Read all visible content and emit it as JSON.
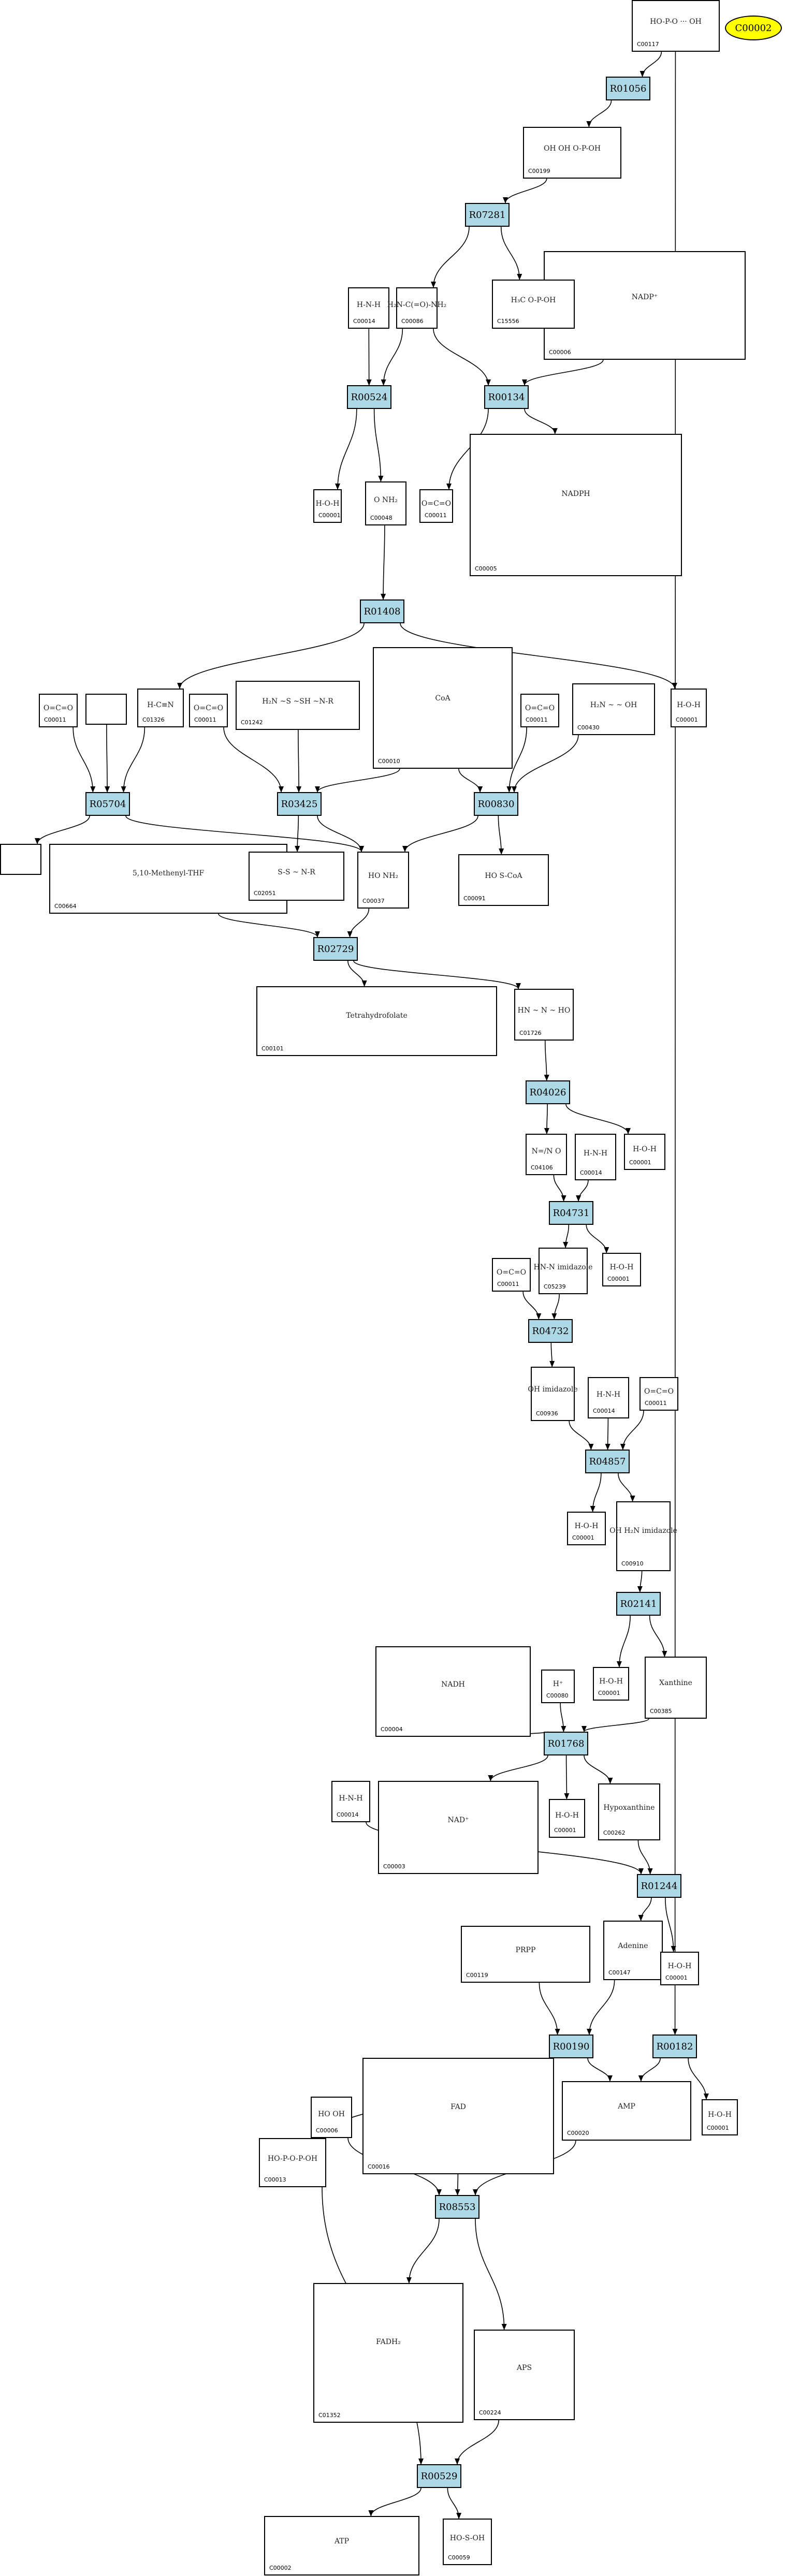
{
  "target": {
    "id": "C00002"
  },
  "reactions": {
    "R01056": "R01056",
    "R07281": "R07281",
    "R00524": "R00524",
    "R00134": "R00134",
    "R01408": "R01408",
    "R05704": "R05704",
    "R03425": "R03425",
    "R00830": "R00830",
    "R02729": "R02729",
    "R04026": "R04026",
    "R04731": "R04731",
    "R04732": "R04732",
    "R04857": "R04857",
    "R02141": "R02141",
    "R01768": "R01768",
    "R01244": "R01244",
    "R00190": "R00190",
    "R00182": "R00182",
    "R08553": "R08553",
    "R00529": "R00529"
  },
  "compounds": {
    "C00117": {
      "id": "C00117",
      "label": "HO-P-O ··· OH"
    },
    "C00199": {
      "id": "C00199",
      "label": "OH  OH  O-P-OH"
    },
    "C00014a": {
      "id": "C00014",
      "label": "H-N-H"
    },
    "C00006": {
      "id": "C00006",
      "label": "NADP⁺"
    },
    "C00086": {
      "id": "C00086",
      "label": "H₂N-C(=O)-NH₂"
    },
    "C15556": {
      "id": "C15556",
      "label": "H₃C  O-P-OH"
    },
    "C00001a": {
      "id": "C00001",
      "label": "H-O-H"
    },
    "C00011a": {
      "id": "C00011",
      "label": "O=C=O"
    },
    "C00048": {
      "id": "C00048",
      "label": "O  NH₂"
    },
    "C00005": {
      "id": "C00005",
      "label": "NADPH"
    },
    "C00001b": {
      "id": "C00001",
      "label": "H-O-H"
    },
    "C01326": {
      "id": "C01326",
      "label": "H-C≡N"
    },
    "C00011b": {
      "id": "C00011",
      "label": "O=C=O"
    },
    "blank1": {
      "id": "",
      "label": ""
    },
    "C00011c": {
      "id": "C00011",
      "label": "O=C=O"
    },
    "C01242": {
      "id": "C01242",
      "label": "H₂N ~S ~SH ~N-R"
    },
    "C00010": {
      "id": "C00010",
      "label": "CoA"
    },
    "C00011d": {
      "id": "C00011",
      "label": "O=C=O"
    },
    "C00430": {
      "id": "C00430",
      "label": "H₂N ~ ~ OH"
    },
    "blank2": {
      "id": "",
      "label": ""
    },
    "C00664": {
      "id": "C00664",
      "label": "5,10-Methenyl-THF"
    },
    "C02051": {
      "id": "C02051",
      "label": "S-S ~ N-R"
    },
    "C00037": {
      "id": "C00037",
      "label": "HO  NH₂"
    },
    "C00091": {
      "id": "C00091",
      "label": "HO  S-CoA"
    },
    "C00101": {
      "id": "C00101",
      "label": "Tetrahydrofolate"
    },
    "C01726": {
      "id": "C01726",
      "label": "HN ~ N ~ HO"
    },
    "C04106": {
      "id": "C04106",
      "label": "N=/N  O"
    },
    "C00014b": {
      "id": "C00014",
      "label": "H-N-H"
    },
    "C00001c": {
      "id": "C00001",
      "label": "H-O-H"
    },
    "C00001d": {
      "id": "C00001",
      "label": "H-O-H"
    },
    "C00011e": {
      "id": "C00011",
      "label": "O=C=O"
    },
    "C05239": {
      "id": "C05239",
      "label": "HN-N  imidazole"
    },
    "C00936": {
      "id": "C00936",
      "label": "OH  imidazole"
    },
    "C00014c": {
      "id": "C00014",
      "label": "H-N-H"
    },
    "C00011f": {
      "id": "C00011",
      "label": "O=C=O"
    },
    "C00001e": {
      "id": "C00001",
      "label": "H-O-H"
    },
    "C00910": {
      "id": "C00910",
      "label": "OH  H₂N  imidazole"
    },
    "C00004": {
      "id": "C00004",
      "label": "NADH"
    },
    "C00080": {
      "id": "C00080",
      "label": "H⁺"
    },
    "C00001f": {
      "id": "C00001",
      "label": "H-O-H"
    },
    "C00385": {
      "id": "C00385",
      "label": "Xanthine"
    },
    "C00003": {
      "id": "C00003",
      "label": "NAD⁺"
    },
    "C00001g": {
      "id": "C00001",
      "label": "H-O-H"
    },
    "C00262": {
      "id": "C00262",
      "label": "Hypoxanthine"
    },
    "C00014d": {
      "id": "C00014",
      "label": "H-N-H"
    },
    "C00119": {
      "id": "C00119",
      "label": "PRPP"
    },
    "C00147": {
      "id": "C00147",
      "label": "Adenine"
    },
    "C00001h": {
      "id": "C00001",
      "label": "H-O-H"
    },
    "C00020": {
      "id": "C00020",
      "label": "AMP"
    },
    "C00001i": {
      "id": "C00001",
      "label": "H-O-H"
    },
    "C00006b": {
      "id": "C00006",
      "label": "HO  OH"
    },
    "C00016": {
      "id": "C00016",
      "label": "FAD"
    },
    "C00013": {
      "id": "C00013",
      "label": "HO-P-O-P-OH"
    },
    "C01352": {
      "id": "C01352",
      "label": "FADH₂"
    },
    "C00224": {
      "id": "C00224",
      "label": "APS"
    },
    "C00002": {
      "id": "C00002",
      "label": "ATP"
    },
    "C00059": {
      "id": "C00059",
      "label": "HO-S-OH"
    }
  }
}
